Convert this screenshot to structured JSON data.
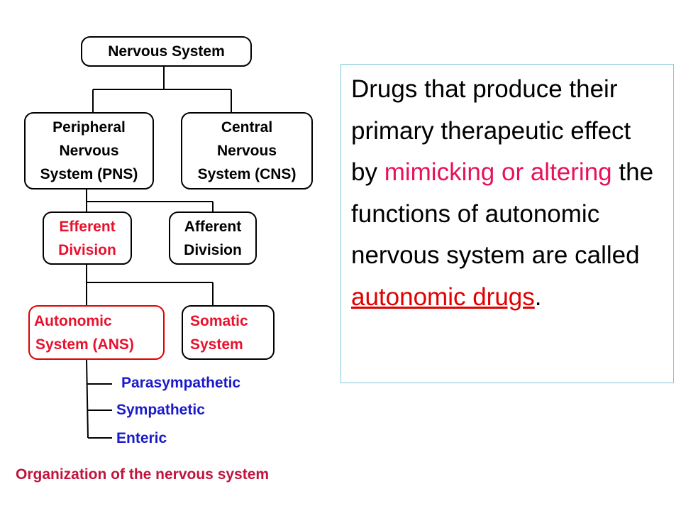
{
  "diagram": {
    "nodes": {
      "nervous_system": "Nervous System",
      "pns": [
        "Peripheral",
        "Nervous",
        "System (PNS)"
      ],
      "cns": [
        "Central",
        "Nervous",
        "System (CNS)"
      ],
      "efferent": [
        "Efferent",
        "Division"
      ],
      "afferent": [
        "Afferent",
        "Division"
      ],
      "ans": [
        "Autonomic",
        "System (ANS)"
      ],
      "somatic": [
        "Somatic",
        "System"
      ]
    },
    "branches": [
      "Parasympathetic",
      "Sympathetic",
      "Enteric"
    ],
    "caption": "Organization of the nervous system"
  },
  "definition": {
    "intro": "Drugs that produce their primary therapeutic effect by",
    "highlight": "mimicking or altering",
    "middle": "the functions of autonomic nervous system are called",
    "term": "autonomic drugs",
    "end": "."
  },
  "colors": {
    "red": "#e00000",
    "magenta": "#e8115b",
    "blue": "#1a1acc",
    "caption": "#c0143c",
    "box_border": "#7ec8d6"
  }
}
